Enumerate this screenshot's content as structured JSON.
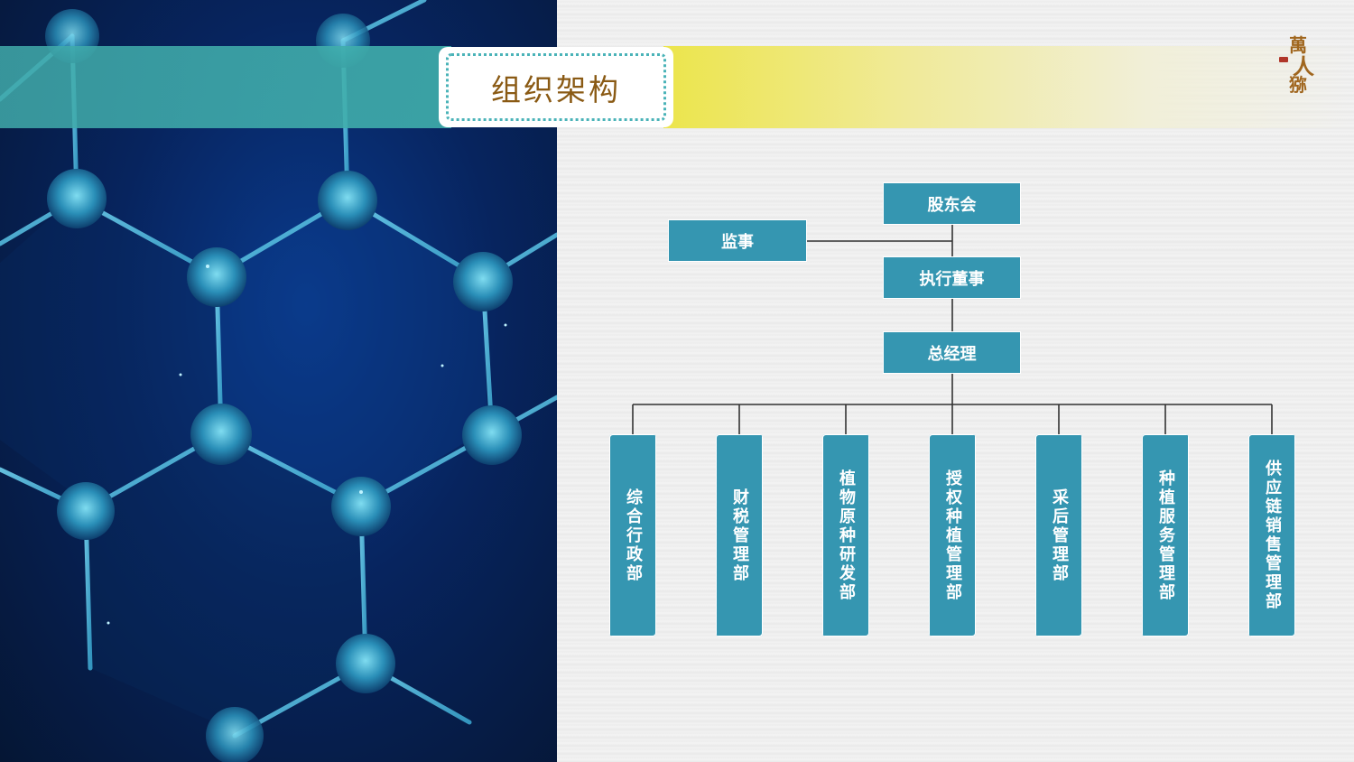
{
  "header": {
    "title": "组织架构"
  },
  "logo": {
    "characters": [
      "萬",
      "人",
      "猕"
    ],
    "colors": {
      "gold": "#a0661e"
    }
  },
  "org_chart": {
    "top": [
      {
        "id": "shareholders",
        "label": "股东会"
      },
      {
        "id": "supervisor",
        "label": "监事"
      },
      {
        "id": "executive_director",
        "label": "执行董事"
      },
      {
        "id": "general_manager",
        "label": "总经理"
      }
    ],
    "departments": [
      "综合行政部",
      "财税管理部",
      "植物原种研发部",
      "授权种植管理部",
      "采后管理部",
      "种植服务管理部",
      "供应链销售管理部"
    ]
  },
  "colors": {
    "node": "#3596b1",
    "band_teal": "#40aaaa",
    "band_yellow": "#ece54c",
    "title_text": "#8a5a14"
  }
}
